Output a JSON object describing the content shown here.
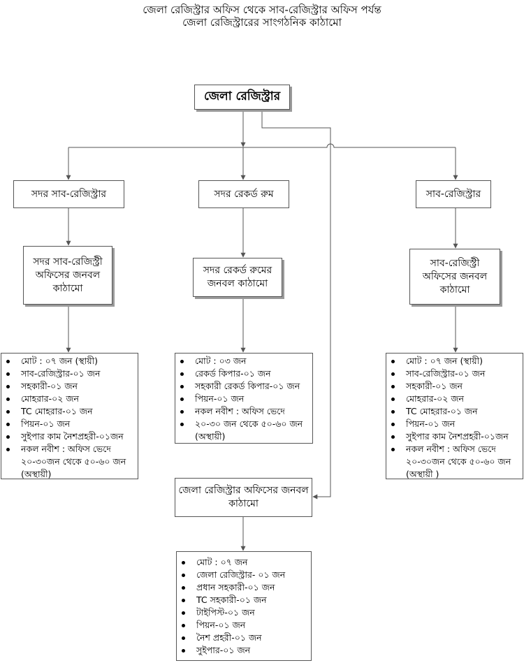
{
  "title": {
    "line1": "জেলা রেজিস্ট্রার অফিস থেকে সাব-রেজিস্ট্রার অফিস পর্যন্ত",
    "line2": "জেলা রেজিস্ট্রারের সাংগঠনিক কাঠামো"
  },
  "root": {
    "label": "জেলা রেজিস্ট্রার"
  },
  "level1": {
    "left": "সদর সাব-রেজিস্ট্রার",
    "middle": "সদর রেকর্ড রুম",
    "right": "সাব-রেজিস্ট্রার"
  },
  "level2": {
    "left": "সদর সাব-রেজিস্ট্রী অফিসের জনবল কাঠামো",
    "middle": "সদর রেকর্ড রুমের জনবল কাঠামো",
    "right": "সাব-রেজিস্ট্রী অফিসের জনবল কাঠামো"
  },
  "lists": {
    "left": [
      "মোট : ০৭ জন (স্থায়ী)",
      "সাব-রেজিস্ট্রার-০১ জন",
      "সহকারী-০১ জন",
      "মোহরার-০২ জন",
      "TC মোহরার-০১ জন",
      "পিয়ন-০১ জন",
      "সুইপার কাম নৈশপ্রহরী-০১জন",
      "নকল নবীশ : অফিস ভেদে",
      "২০-৩০জন থেকে ৫০-৬০ জন",
      "(অস্থায়ী)"
    ],
    "middle": [
      "মোট : ০৩ জন",
      "রেকর্ড কিপার-০১ জন",
      "সহকারী রেকর্ড কিপার-০১ জন",
      "পিয়ন-০১ জন",
      "নকল নবীশ : অফিস ভেদে",
      "২০-৩০ জন থেকে ৫০-৬০ জন",
      "(অস্থায়ী)"
    ],
    "right": [
      "মোট : ০৭ জন (স্থায়ী)",
      "সাব-রেজিস্ট্রার-০১ জন",
      "সহকারী-০১ জন",
      "মোহরার-০২ জন",
      "TC মোহরার-০১ জন",
      "পিয়ন-০১ জন",
      "সুইপার কাম নৈশপ্রহরী-০১জন",
      "নকল নবীশ : অফিস ভেদে",
      "২০-৩০জন থেকে ৫০-৬০ জন",
      "(অস্থায়ী )"
    ],
    "bottom": [
      "মোট : ০৭ জন",
      "জেলা রেজিস্ট্রার- ০১ জন",
      "প্রধান সহকারী-০১ জন",
      "TC সহকারী-০১ জন",
      "টাইপিস্ট-০১ জন",
      "পিয়ন-০১ জন",
      "নৈশ প্রহরী-০১ জন",
      "সুইপার-০১ জন"
    ]
  },
  "district_office": {
    "label": "জেলা রেজিস্ট্রার অফিসের জনবল কাঠামো"
  }
}
